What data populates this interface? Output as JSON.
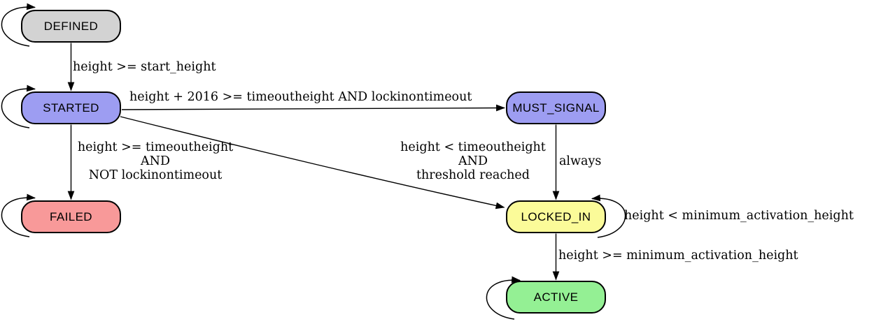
{
  "diagram": {
    "kind": "state-machine",
    "background_color": "#ffffff",
    "edge_color": "#000000",
    "node_border_color": "#000000",
    "nodes": {
      "defined": {
        "label": "DEFINED",
        "fill": "#d3d3d3",
        "self_loop": true
      },
      "started": {
        "label": "STARTED",
        "fill": "#9d9df2",
        "self_loop": true
      },
      "must_signal": {
        "label": "MUST_SIGNAL",
        "fill": "#9d9df2",
        "self_loop": false
      },
      "failed": {
        "label": "FAILED",
        "fill": "#f89999",
        "self_loop": true
      },
      "locked_in": {
        "label": "LOCKED_IN",
        "fill": "#fbfb99",
        "self_loop": true
      },
      "active": {
        "label": "ACTIVE",
        "fill": "#94f094",
        "self_loop": true
      }
    },
    "edges": {
      "defined_to_started": {
        "from": "DEFINED",
        "to": "STARTED",
        "label": "height >= start_height"
      },
      "started_to_must_signal": {
        "from": "STARTED",
        "to": "MUST_SIGNAL",
        "label": "height + 2016 >= timeoutheight AND lockinontimeout"
      },
      "started_to_failed": {
        "from": "STARTED",
        "to": "FAILED",
        "line1": "height >= timeoutheight",
        "line2": "AND",
        "line3": "NOT lockinontimeout"
      },
      "started_to_locked_in": {
        "from": "STARTED",
        "to": "LOCKED_IN",
        "line1": "height < timeoutheight",
        "line2": "AND",
        "line3": "threshold reached"
      },
      "must_signal_to_locked_in": {
        "from": "MUST_SIGNAL",
        "to": "LOCKED_IN",
        "label": "always"
      },
      "locked_in_self": {
        "from": "LOCKED_IN",
        "to": "LOCKED_IN",
        "label": "height < minimum_activation_height"
      },
      "locked_in_to_active": {
        "from": "LOCKED_IN",
        "to": "ACTIVE",
        "label": "height >= minimum_activation_height"
      }
    }
  }
}
